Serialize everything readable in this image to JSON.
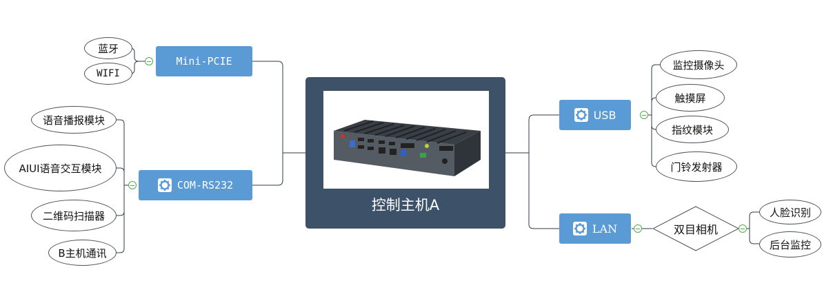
{
  "center": {
    "label": "控制主机A"
  },
  "left": {
    "mini_pcie": {
      "label": "Mini-PCIE",
      "children": [
        "蓝牙",
        "WIFI"
      ]
    },
    "com_rs232": {
      "label": "COM-RS232",
      "children": [
        "语音播报模块",
        "AIUI语音交互模块",
        "二维码扫描器",
        "B主机通讯"
      ]
    }
  },
  "right": {
    "usb": {
      "label": "USB",
      "children": [
        "监控摄像头",
        "触摸屏",
        "指纹模块",
        "门铃发射器"
      ]
    },
    "lan": {
      "label": "LAN",
      "camera": "双目相机",
      "children": [
        "人脸识别",
        "后台监控"
      ]
    }
  },
  "colors": {
    "node_fill": "#5b9bd5",
    "center_fill": "#3d5269",
    "collapse_knob": "#4fae4f",
    "line": "#2f3a44"
  },
  "icons": [
    "gear-icon",
    "collapse-icon"
  ]
}
